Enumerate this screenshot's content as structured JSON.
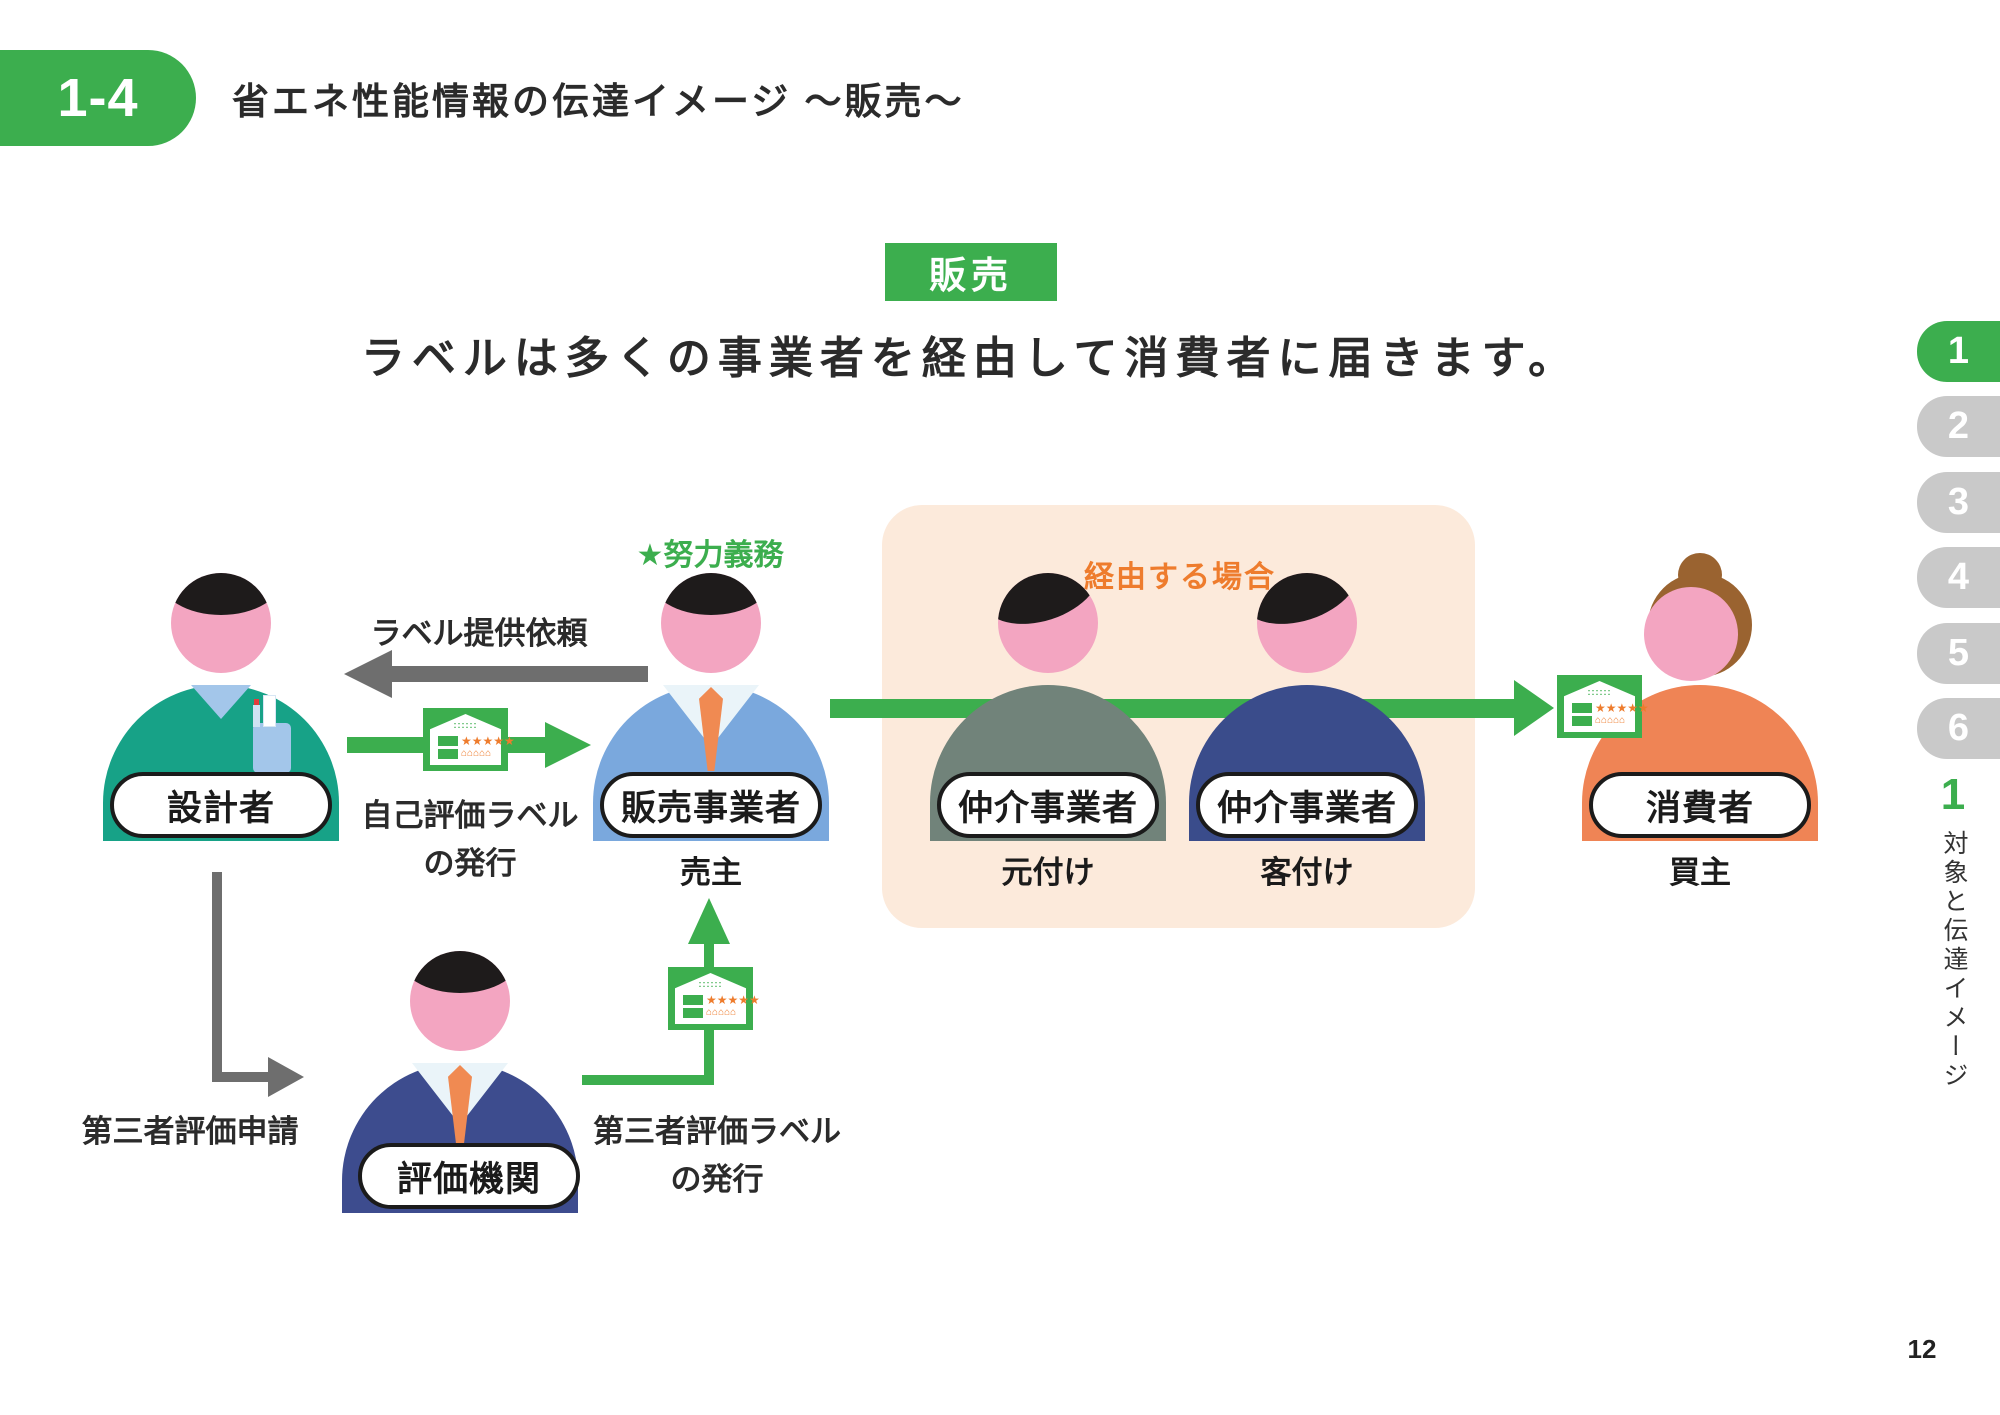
{
  "page": {
    "badge": "1-4",
    "title": "省エネ性能情報の伝達イメージ ～販売～",
    "page_number": "12"
  },
  "banner": {
    "tag": "販売",
    "subtitle": "ラベルは多くの事業者を経由して消費者に届きます。"
  },
  "sidebar": {
    "tabs": [
      {
        "label": "1",
        "active": true
      },
      {
        "label": "2",
        "active": false
      },
      {
        "label": "3",
        "active": false
      },
      {
        "label": "4",
        "active": false
      },
      {
        "label": "5",
        "active": false
      },
      {
        "label": "6",
        "active": false
      }
    ],
    "section_number": "1",
    "section_title": "対象と伝達イメージ"
  },
  "diagram": {
    "annotations": {
      "effort_duty": "★努力義務",
      "via_case": "経由する場合",
      "label_request": "ラベル提供依頼",
      "self_label_line1": "自己評価ラベル",
      "self_label_line2": "の発行",
      "third_party_apply": "第三者評価申請",
      "third_label_line1": "第三者評価ラベル",
      "third_label_line2": "の発行"
    },
    "actors": {
      "designer": {
        "label": "設計者"
      },
      "seller": {
        "label": "販売事業者",
        "sublabel": "売主"
      },
      "broker1": {
        "label": "仲介事業者",
        "sublabel": "元付け"
      },
      "broker2": {
        "label": "仲介事業者",
        "sublabel": "客付け"
      },
      "consumer": {
        "label": "消費者",
        "sublabel": "買主"
      },
      "evaluator": {
        "label": "評価機関"
      }
    },
    "label_icon": {
      "dots": "::::::",
      "stars": "★★★★★",
      "houses": "⌂⌂⌂⌂⌂"
    },
    "colors": {
      "green": "#3CAE4E",
      "gray": "#6E6E6E",
      "peach": "#FCEADB",
      "orange": "#EE7C2D"
    }
  }
}
